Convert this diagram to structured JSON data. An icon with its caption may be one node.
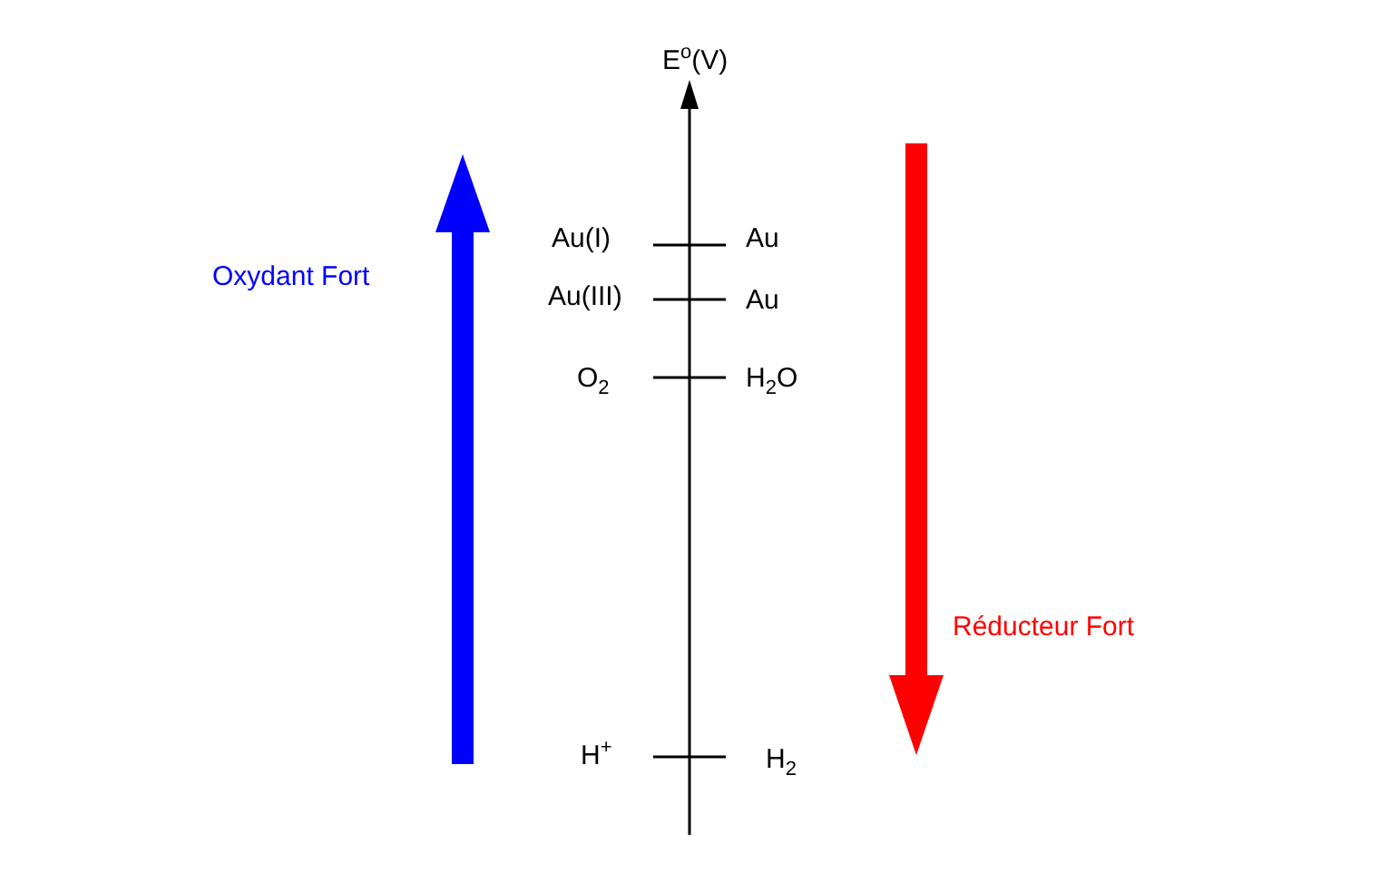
{
  "diagram": {
    "labels": [
      "E$^{o}$(V)",
      "Au(I)",
      "Au",
      "Oxydant Fort",
      "Au(III)",
      "Au",
      "O$_{2}$",
      "H$_{2}$O",
      "Réducteur Fort",
      "H$^{+}$",
      "H$_{2}$"
    ]
  }
}
